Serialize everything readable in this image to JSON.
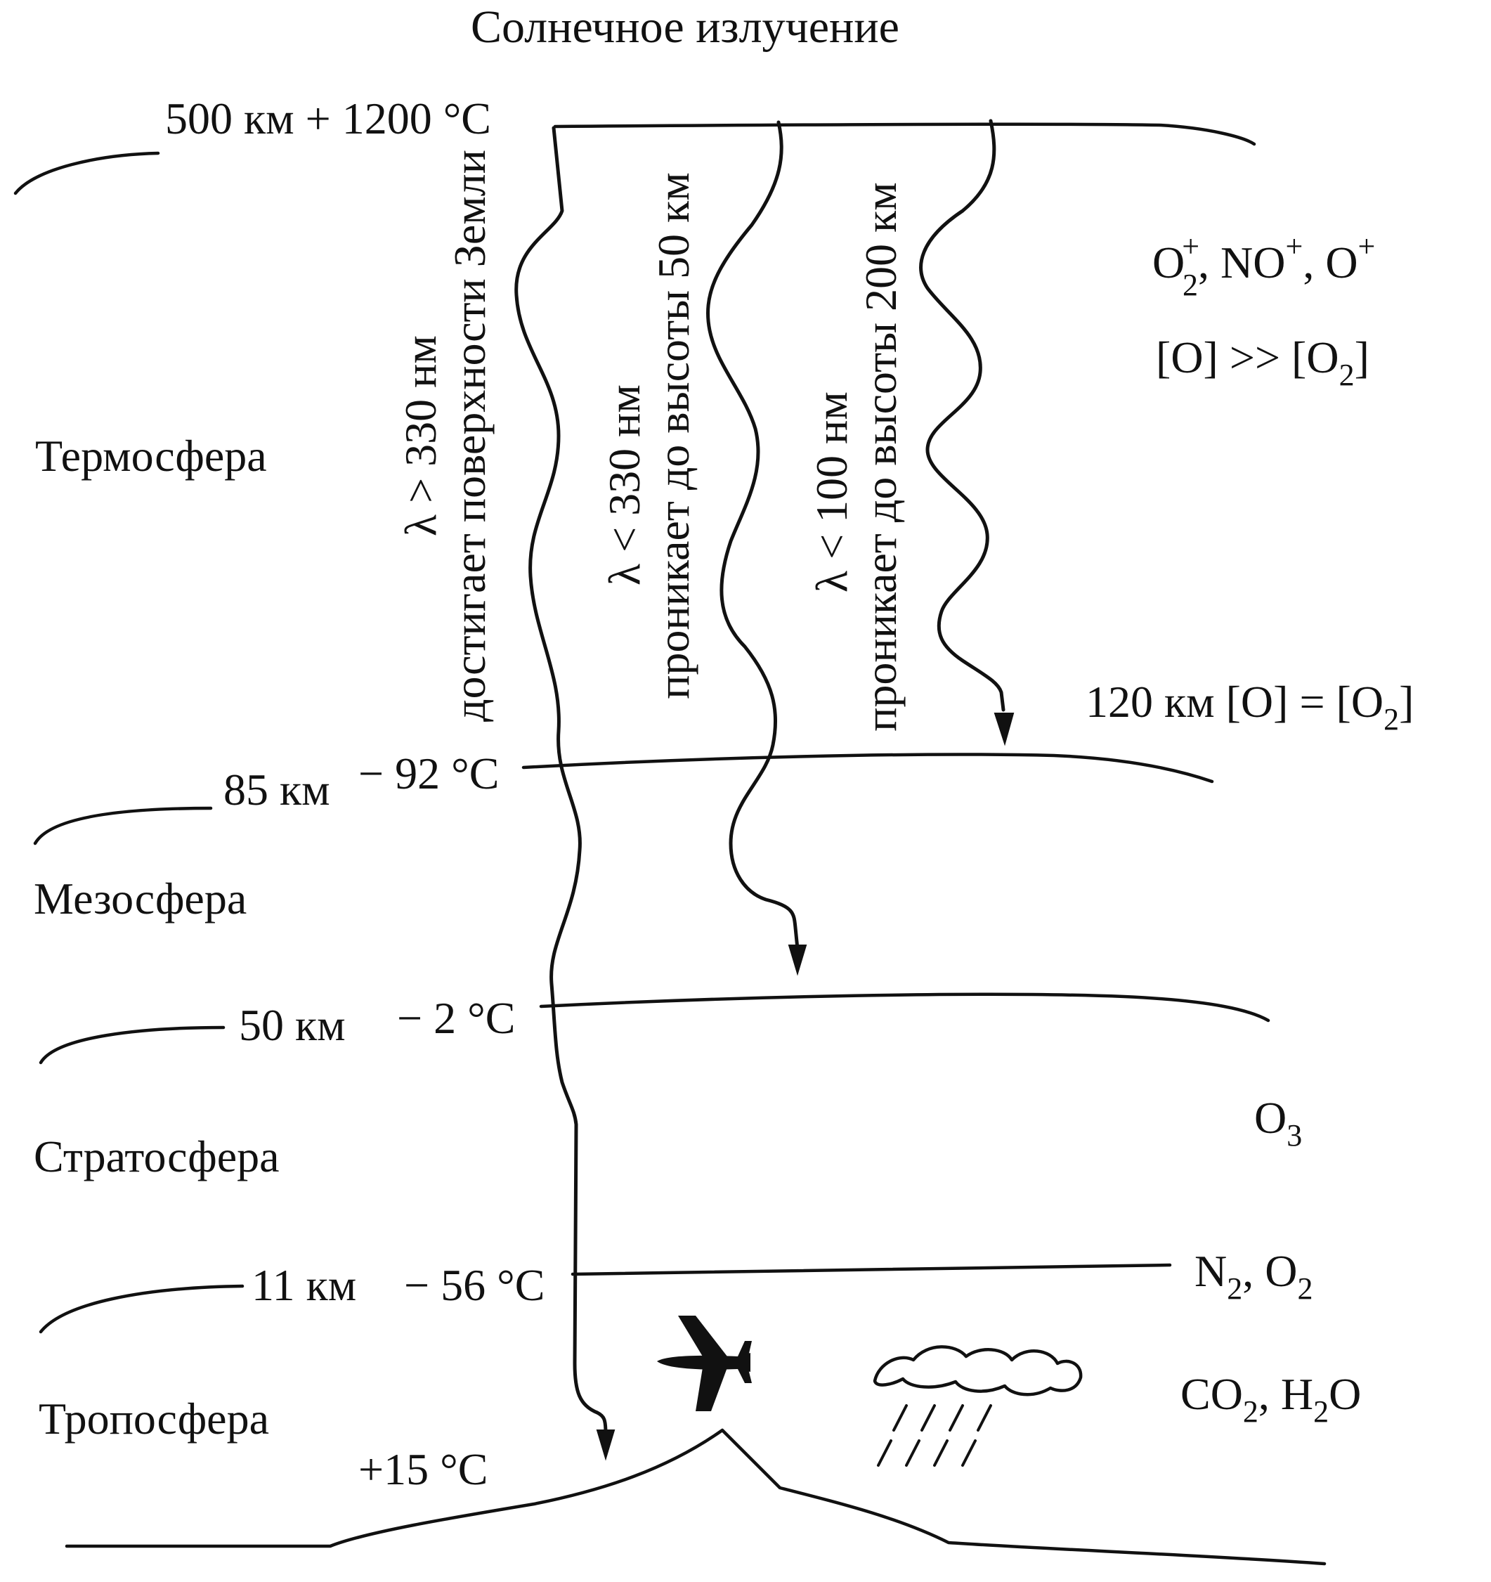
{
  "title": "Солнечное излучение",
  "boundaries": {
    "top": {
      "altitude": "500 км",
      "temperature": "+ 1200 °C"
    },
    "mesopause": {
      "altitude": "85 км",
      "temperature": "− 92 °C"
    },
    "stratopause": {
      "altitude": "50 км",
      "temperature": "− 2 °C"
    },
    "tropopause": {
      "altitude": "11 км",
      "temperature": "− 56 °C"
    },
    "surface": {
      "temperature": "+15 °C"
    }
  },
  "layers": {
    "thermosphere": "Термосфера",
    "mesosphere": "Мезосфера",
    "stratosphere": "Стратосфера",
    "troposphere": "Тропосфера"
  },
  "radiation": {
    "long": {
      "wavelength": "λ > 330 нм",
      "effect": "достигает поверхности Земли"
    },
    "medium": {
      "wavelength": "λ < 330 нм",
      "effect": "проникает до высоты 50 км"
    },
    "short": {
      "wavelength": "λ < 100 нм",
      "effect": "проникает до высоты 200 км"
    }
  },
  "chemistry": {
    "ions": {
      "o2": "O",
      "o2_sub": "2",
      "o2_sup": "+",
      "no": "NO",
      "no_sup": "+",
      "o": "O",
      "o_sup": "+"
    },
    "ratio_top": {
      "left": "[O] >> [O",
      "sub": "2",
      "right": "]"
    },
    "level_120": {
      "left": "120 км [O] = [O",
      "sub": "2",
      "right": "]"
    },
    "ozone": {
      "base": "O",
      "sub": "3"
    },
    "n2o2": {
      "n": "N",
      "n_sub": "2",
      "mid": ", O",
      "o_sub": "2"
    },
    "co2h2o": {
      "co": "CO",
      "co_sub": "2",
      "mid": ", H",
      "h_sub": "2",
      "end": "O"
    }
  },
  "icons": [
    "airplane-icon",
    "rain-cloud-icon"
  ]
}
